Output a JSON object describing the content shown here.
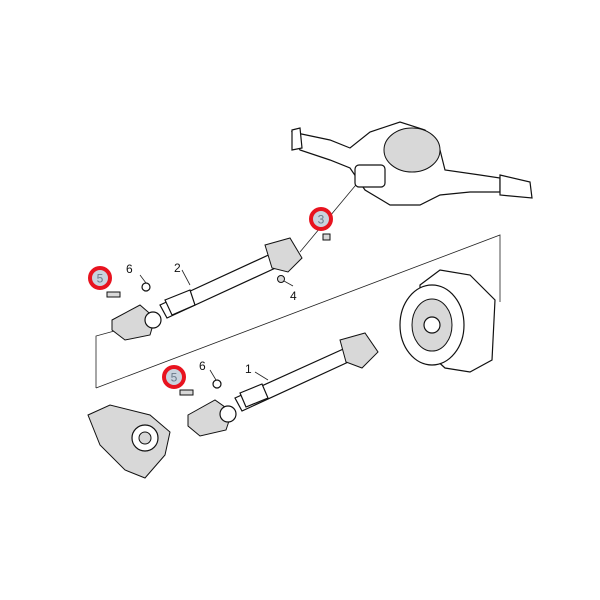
{
  "diagram": {
    "callouts": [
      {
        "number": "1",
        "highlighted": false
      },
      {
        "number": "2",
        "highlighted": false
      },
      {
        "number": "3",
        "highlighted": true
      },
      {
        "number": "4",
        "highlighted": false
      },
      {
        "number": "5",
        "highlighted": true
      },
      {
        "number": "5",
        "highlighted": true
      },
      {
        "number": "6",
        "highlighted": false
      },
      {
        "number": "6",
        "highlighted": false
      }
    ],
    "highlight_color": "#e8131f",
    "highlight_fill": "#c9d3de"
  }
}
